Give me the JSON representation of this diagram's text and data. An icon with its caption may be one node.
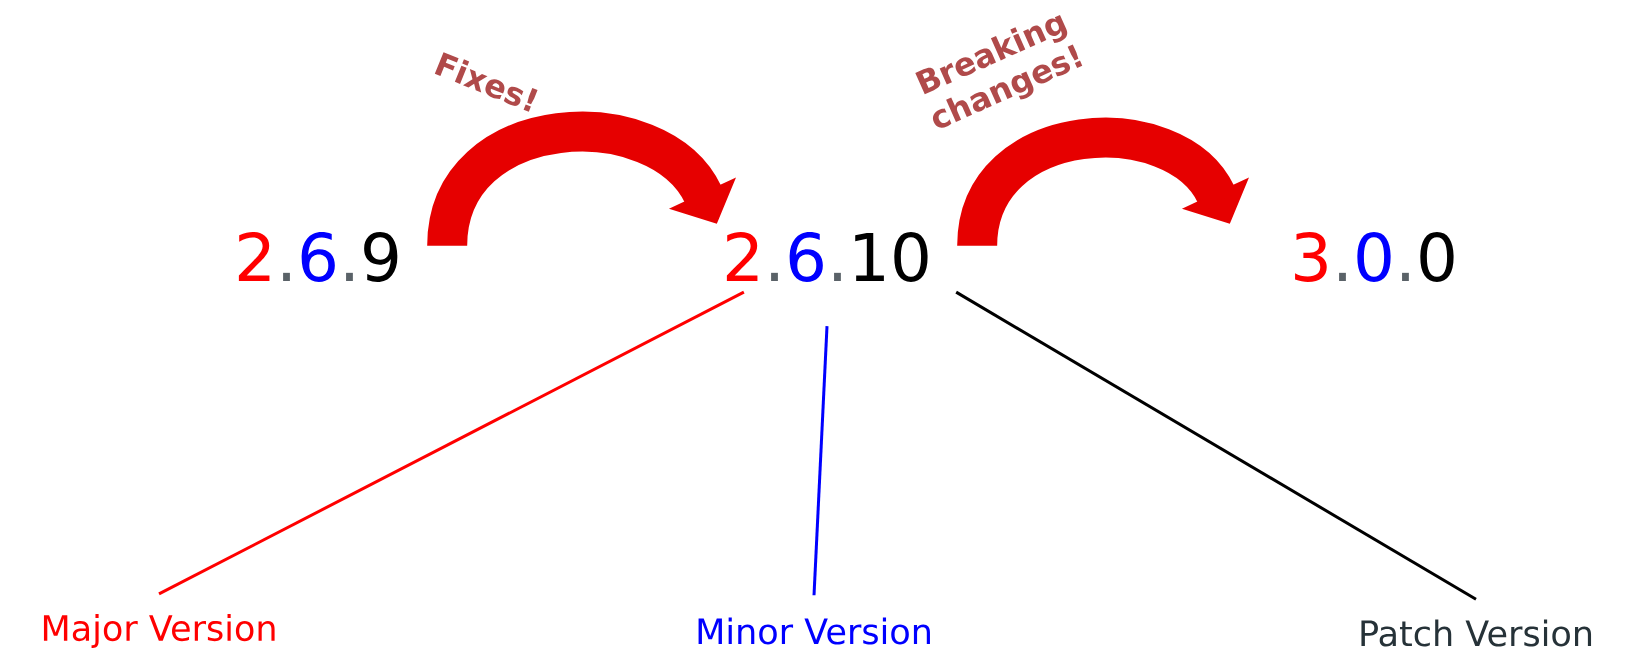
{
  "diagram": {
    "nodes": [
      {
        "text": [
          "2",
          ".",
          "6",
          ".",
          "9"
        ]
      },
      {
        "text": [
          "2",
          ".",
          "6",
          ".",
          "10"
        ]
      },
      {
        "text": [
          "3",
          ".",
          "0",
          ".",
          "0"
        ]
      },
      {
        "text": [
          "Major Version"
        ]
      },
      {
        "text": [
          "Minor Version"
        ]
      },
      {
        "text": [
          "Patch Version"
        ]
      }
    ],
    "edges": [
      {
        "from": 0,
        "to": 1,
        "arrow": "to",
        "label": "Fixes!",
        "style": "thick",
        "color": "#e60000"
      },
      {
        "from": 1,
        "to": 2,
        "arrow": "to",
        "label": "Breaking changes!",
        "style": "thick",
        "color": "#e60000"
      },
      {
        "from": 1,
        "to": 3,
        "arrow": "none",
        "color": "#ff0000"
      },
      {
        "from": 1,
        "to": 4,
        "arrow": "none",
        "color": "#0000ff"
      },
      {
        "from": 1,
        "to": 5,
        "arrow": "none",
        "color": "#000000"
      }
    ]
  }
}
